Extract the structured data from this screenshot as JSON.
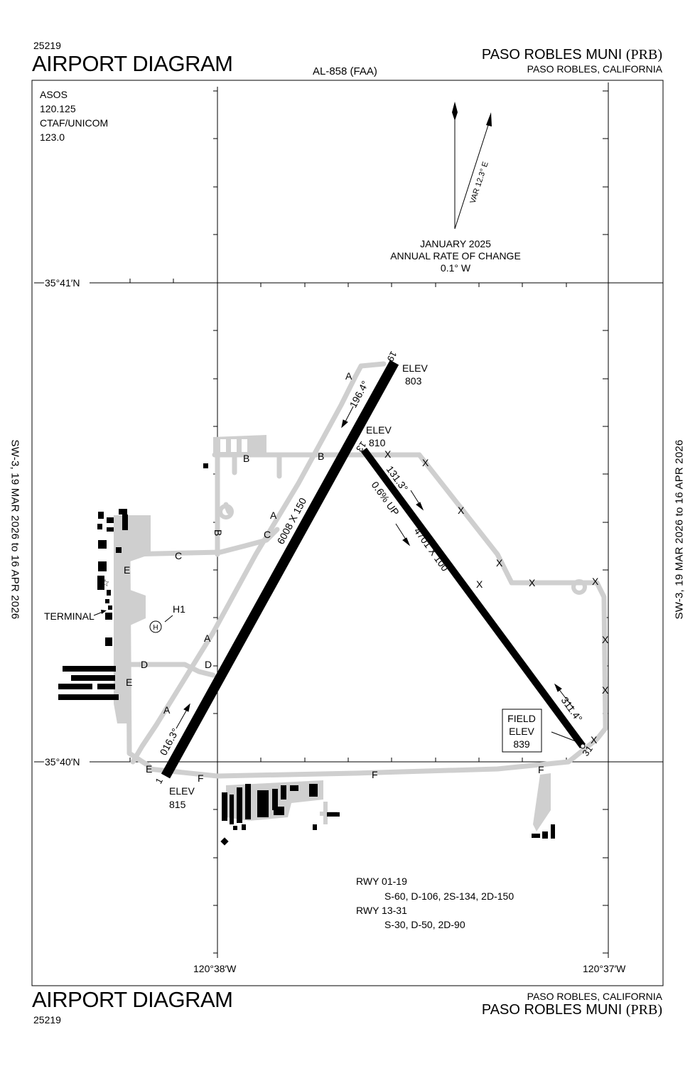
{
  "header": {
    "chart_number_top": "25219",
    "title_top": "AIRPORT DIAGRAM",
    "procedure_id": "AL-858 (FAA)",
    "airport_name": "PASO ROBLES MUNI",
    "airport_code": "(PRB)",
    "location": "PASO ROBLES, CALIFORNIA"
  },
  "footer": {
    "chart_number_bottom": "25219",
    "title_bottom": "AIRPORT DIAGRAM",
    "location": "PASO ROBLES, CALIFORNIA",
    "airport_name": "PASO ROBLES MUNI",
    "airport_code": "(PRB)"
  },
  "side_notes": {
    "left": "SW-3,  19 MAR 2026  to  16 APR 2026",
    "right": "SW-3,  19 MAR 2026  to  16 APR 2026"
  },
  "comms": {
    "line1": "ASOS",
    "line2": "120.125",
    "line3": "CTAF/UNICOM",
    "line4": "123.0"
  },
  "magnetic": {
    "variation": "VAR 12.3° E",
    "date": "JANUARY 2025",
    "rate_label": "ANNUAL RATE OF CHANGE",
    "rate_value": "0.1° W"
  },
  "coords": {
    "lat_north": "35°41′N",
    "lat_south": "35°40′N",
    "lon_west": "120°38′W",
    "lon_east": "120°37′W"
  },
  "runways": {
    "r1_end_low": "1",
    "r1_end_high": "19",
    "r1_dims": "6008 X 150",
    "r1_hdg_low": "016.3°",
    "r1_hdg_high": "196.4°",
    "r1_elev_low_label": "ELEV",
    "r1_elev_low": "815",
    "r1_elev_high_label": "ELEV",
    "r1_elev_high": "803",
    "r2_end_low": "13",
    "r2_end_high": "31",
    "r2_dims": "4701 X 100",
    "r2_hdg_low": "131.3°",
    "r2_hdg_high": "311.4°",
    "r2_slope": "0.6% UP",
    "r2_elev_low_label": "ELEV",
    "r2_elev_low": "810",
    "field_elev_1": "FIELD",
    "field_elev_2": "ELEV",
    "field_elev_3": "839"
  },
  "taxiways": {
    "a": "A",
    "b": "B",
    "c": "C",
    "d": "D",
    "e": "E",
    "f": "F",
    "x": "X"
  },
  "facilities": {
    "terminal": "TERMINAL",
    "heliport": "H1",
    "heli_symbol": "H"
  },
  "strength": {
    "rwy1_title": "RWY 01-19",
    "rwy1_values": "S-60, D-106, 2S-134, 2D-150",
    "rwy2_title": "RWY 13-31",
    "rwy2_values": "S-30, D-50, 2D-90"
  }
}
